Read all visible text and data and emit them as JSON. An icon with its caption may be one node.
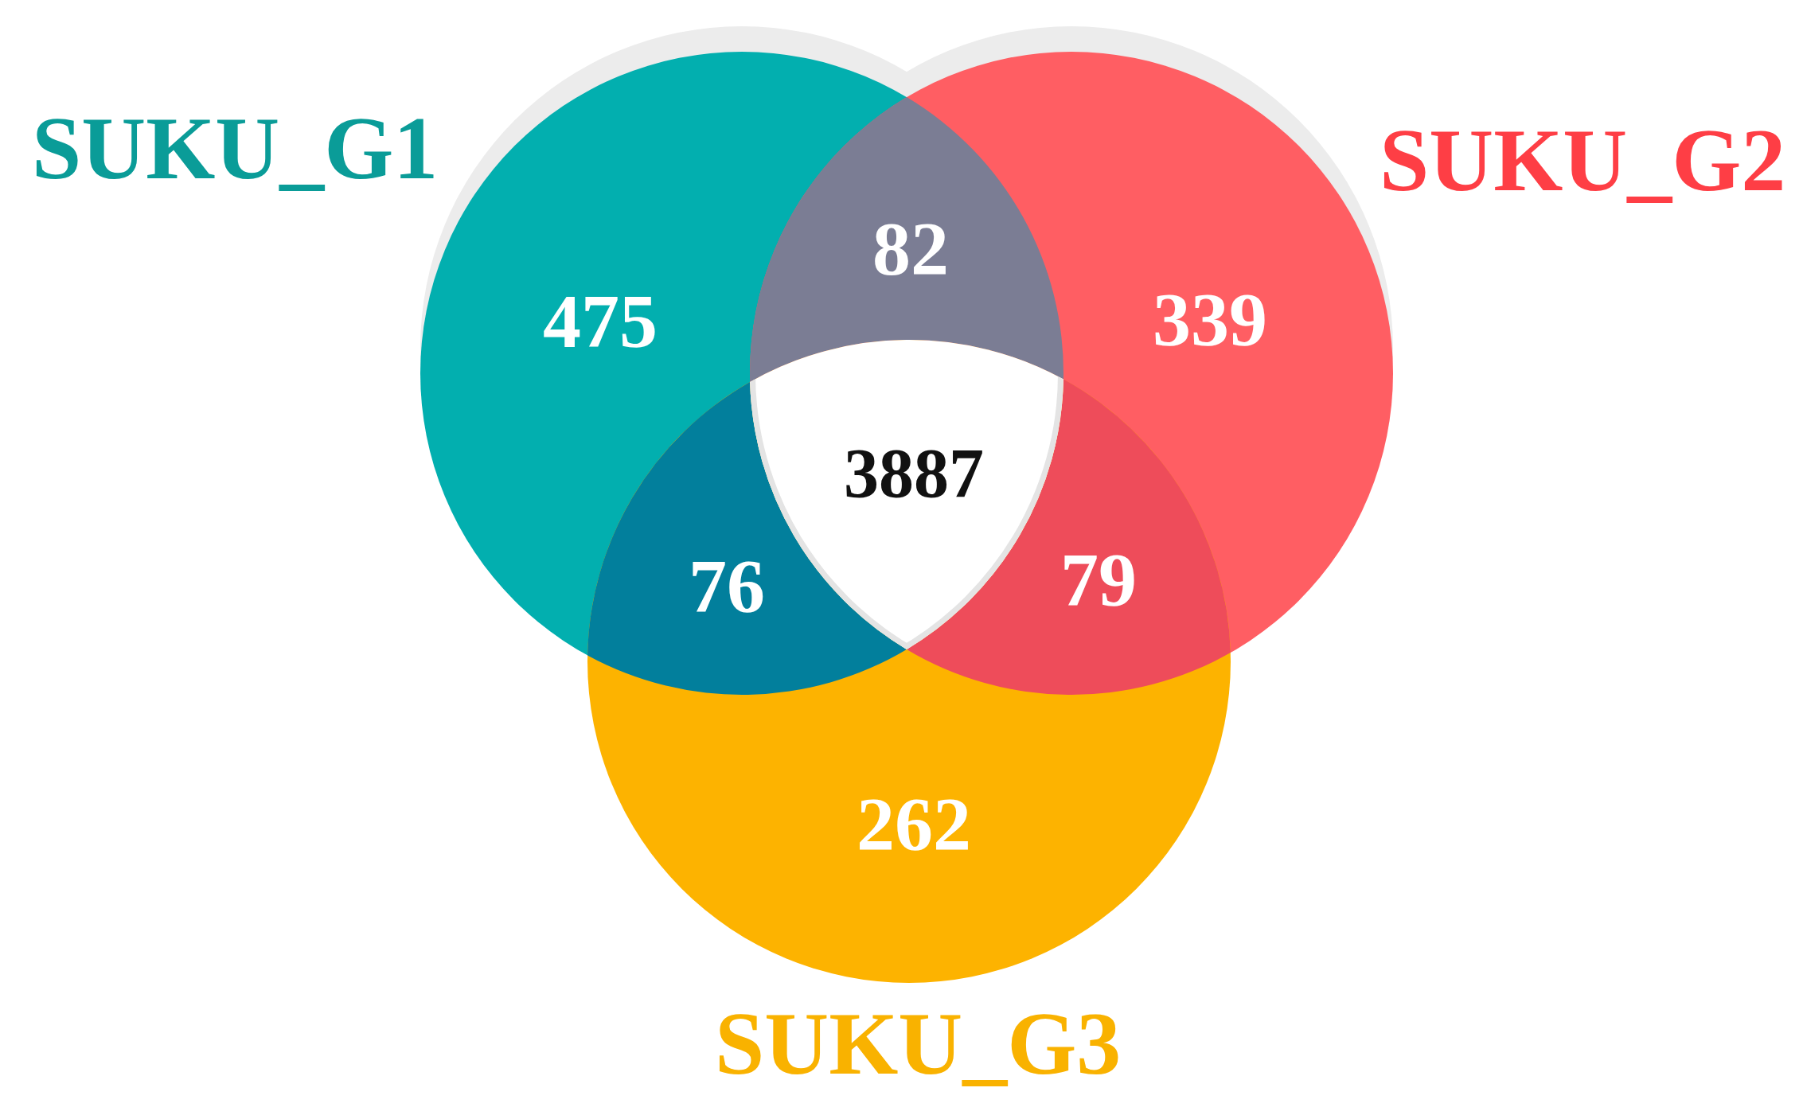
{
  "diagram": {
    "nodes": [
      {
        "text": [
          "SUKU_G1"
        ]
      },
      {
        "text": [
          "SUKU_G2"
        ]
      },
      {
        "text": [
          "SUKU_G3"
        ]
      }
    ],
    "labels": [
      "82",
      "475",
      "339",
      "3887",
      "76",
      "79",
      "262"
    ]
  }
}
